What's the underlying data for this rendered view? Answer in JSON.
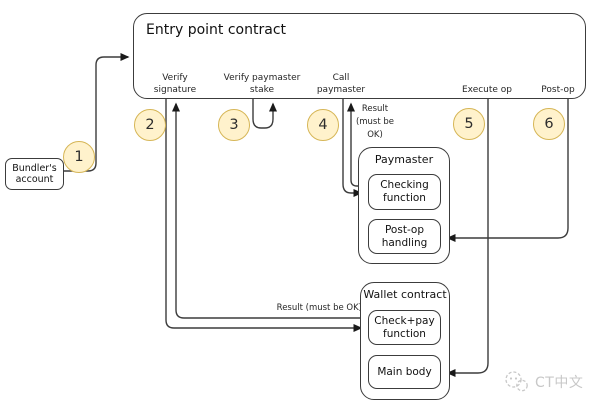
{
  "colors": {
    "step_fill": "#FFF2CC",
    "step_border": "#D6B656",
    "line_color": "#3c3c3c",
    "watermark": "#c8c8c8"
  },
  "entry_point": {
    "title": "Entry point contract"
  },
  "bundler": {
    "line1": "Bundler's",
    "line2": "account"
  },
  "steps": [
    "1",
    "2",
    "3",
    "4",
    "5",
    "6"
  ],
  "ports": {
    "verify_signature": {
      "line1": "Verify",
      "line2": "signature"
    },
    "verify_paymaster_stake": {
      "line1": "Verify paymaster",
      "line2": "stake"
    },
    "call_paymaster": {
      "line1": "Call",
      "line2": "paymaster"
    },
    "execute_op": {
      "label": "Execute op"
    },
    "post_op": {
      "label": "Post-op"
    }
  },
  "paymaster": {
    "title": "Paymaster",
    "checking": {
      "line1": "Checking",
      "line2": "function"
    },
    "postop": {
      "line1": "Post-op",
      "line2": "handling"
    }
  },
  "wallet": {
    "title": "Wallet contract",
    "checkpay": {
      "line1": "Check+pay",
      "line2": "function"
    },
    "mainbody": {
      "label": "Main body"
    }
  },
  "annotations": {
    "result_paymaster": {
      "line1": "Result",
      "line2": "(must be",
      "line3": "OK)"
    },
    "result_wallet": "Result (must be OK)"
  },
  "watermark": {
    "text": "CT中文"
  }
}
